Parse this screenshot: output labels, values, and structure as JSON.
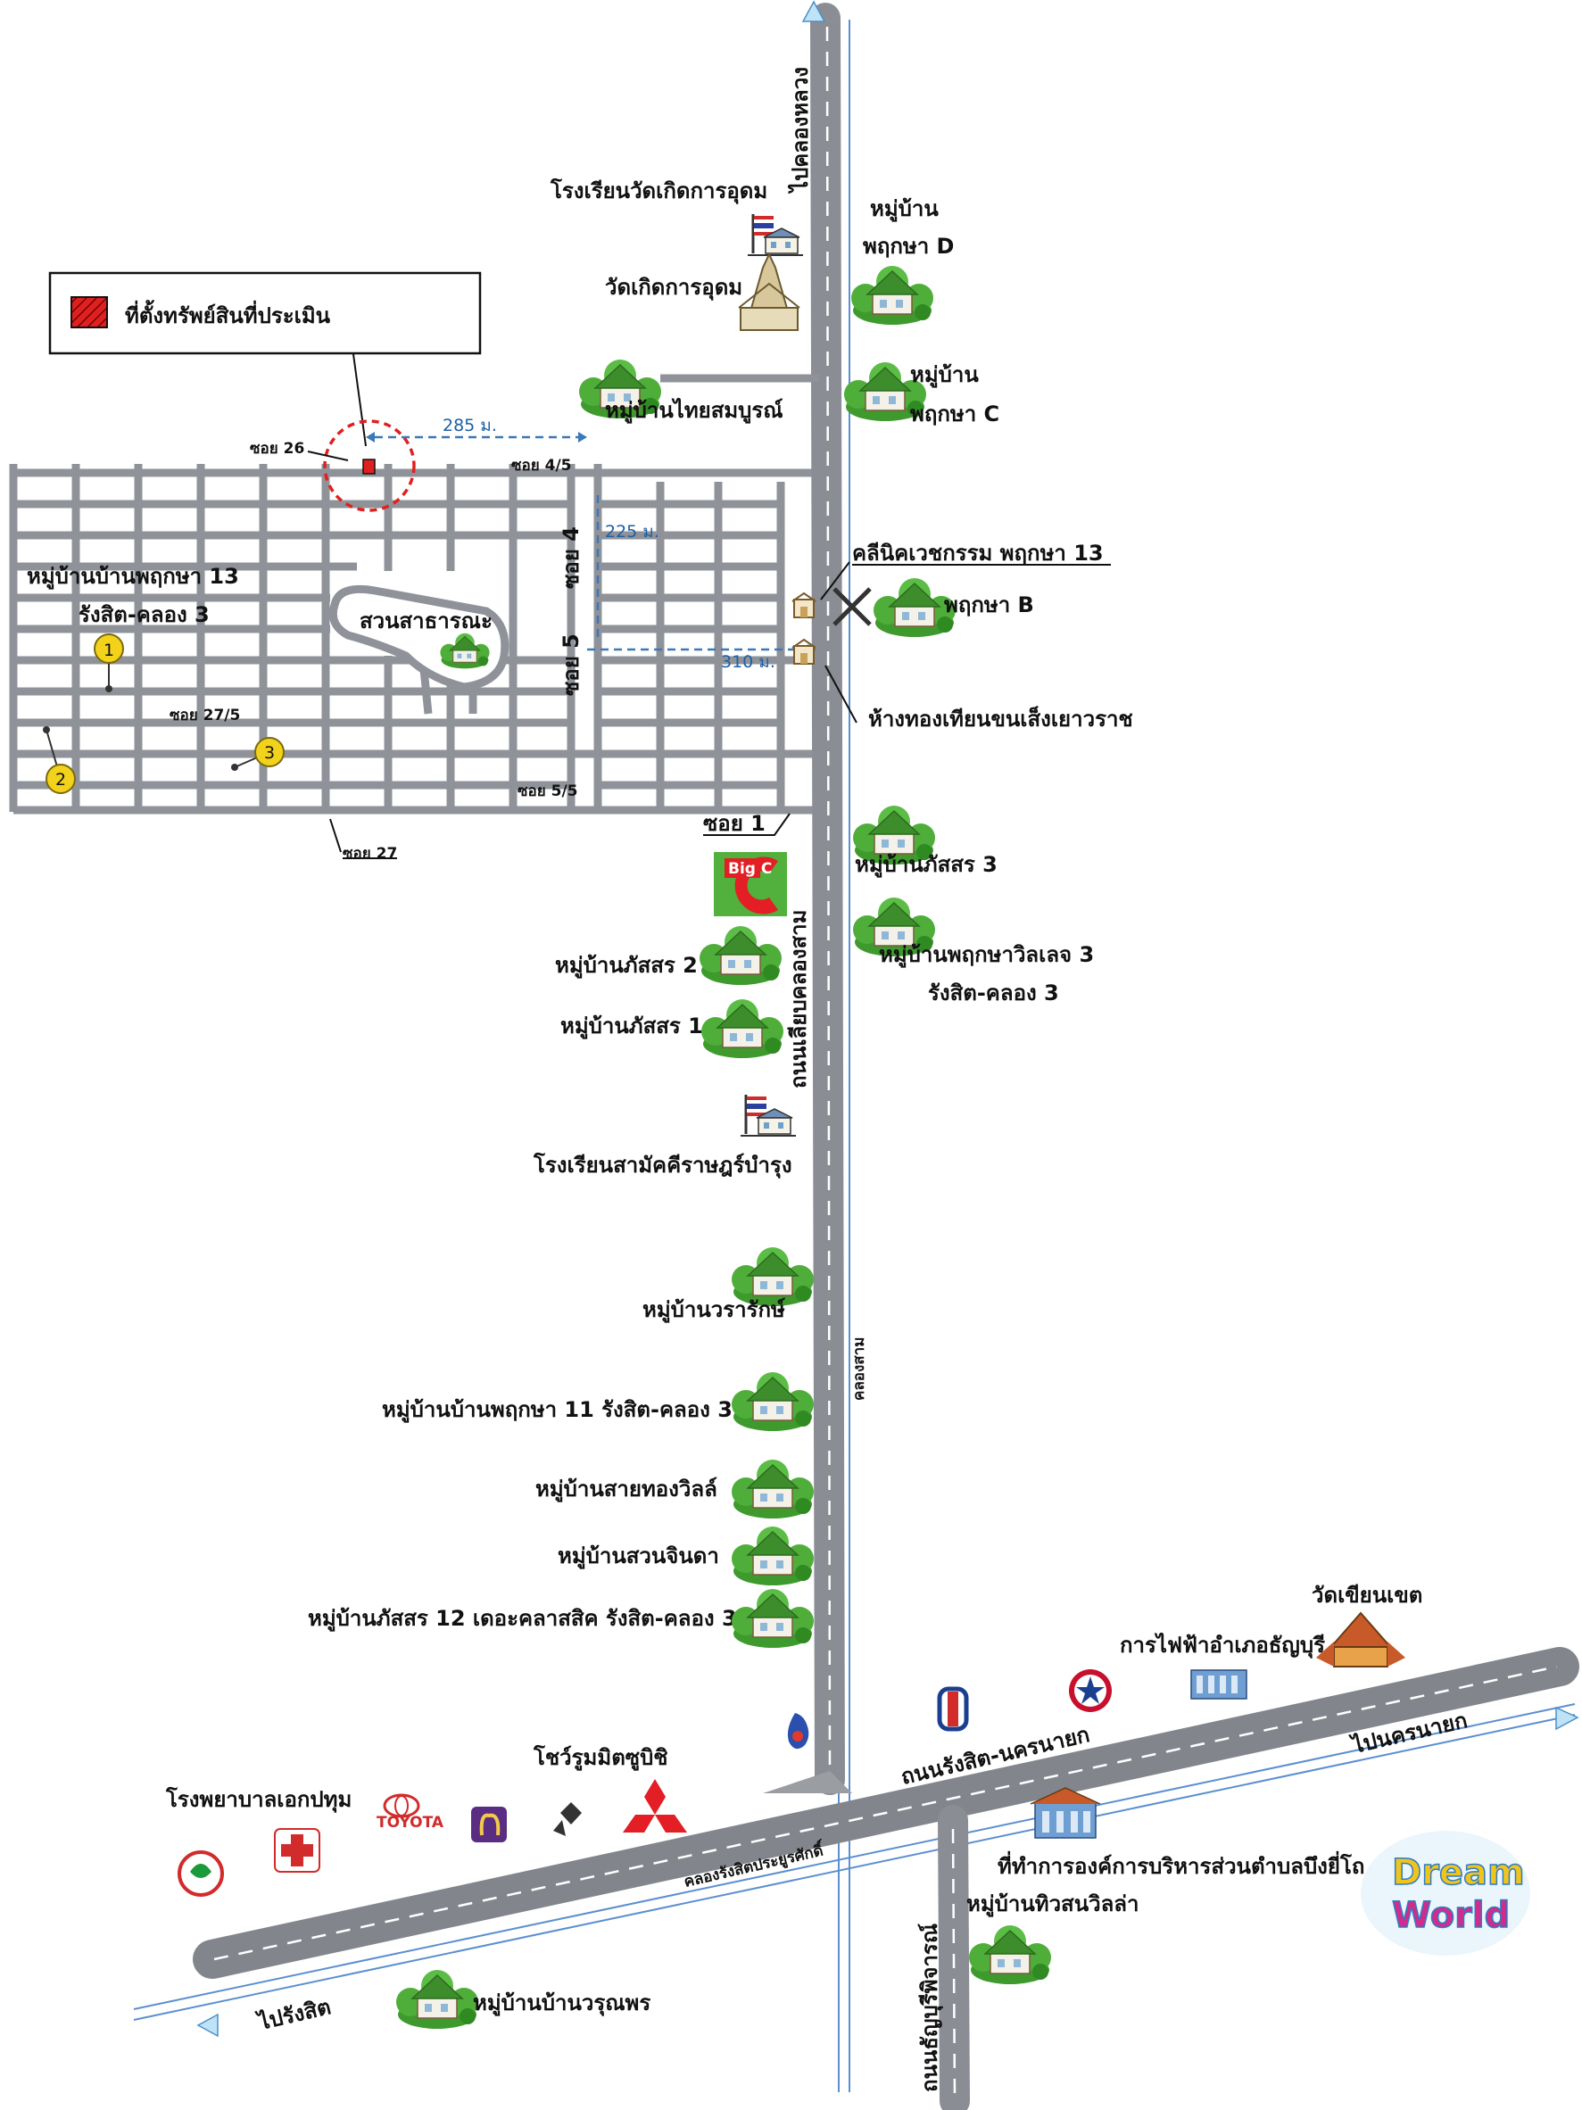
{
  "legend": {
    "label": "ที่ตั้งทรัพย์สินที่ประเมิน",
    "color": "#e02020"
  },
  "roads": {
    "main_ns": "ถนนเลียบคลองสาม",
    "rangsit": "ถนนรังสิต-นครนายก",
    "south": "ถนนธัญบุรีพิจารณ์",
    "to_north": "ไปคลองหลวง",
    "to_east": "ไปนครนายก",
    "to_west": "ไปรังสิต"
  },
  "canals": {
    "khlong_sam": "คลองสาม",
    "khlong_rangsit": "คลองรังสิตประยูรศักดิ์"
  },
  "sois": {
    "soi26": "ซอย 26",
    "soi4_5": "ซอย 4/5",
    "soi4": "ซอย 4",
    "soi5": "ซอย 5",
    "soi27_5": "ซอย 27/5",
    "soi5_5": "ซอย 5/5",
    "soi27": "ซอย 27",
    "soi1": "ซอย 1"
  },
  "distances": {
    "d285": "285 ม.",
    "d225": "225 ม.",
    "d310": "310 ม."
  },
  "markers": [
    "1",
    "2",
    "3"
  ],
  "places": {
    "school_wat": "โรงเรียนวัดเกิดการอุดม",
    "wat": "วัดเกิดการอุดม",
    "pruksa_d_1": "หมู่บ้าน",
    "pruksa_d_2": "พฤกษา D",
    "pruksa_c_1": "หมู่บ้าน",
    "pruksa_c_2": "พฤกษา C",
    "thai_somboon": "หมู่บ้านไทยสมบูรณ์",
    "pruksa13_1": "หมู่บ้านบ้านพฤกษา 13",
    "pruksa13_2": "รังสิต-คลอง 3",
    "park": "สวนสาธารณะ",
    "clinic": "คลีนิคเวชกรรม พฤกษา 13",
    "pruksa_b": "พฤกษา B",
    "gold_shop": "ห้างทองเทียนขนเส็งเยาวราช",
    "big_c": "Big C",
    "passorn3": "หมู่บ้านภัสสร 3",
    "pruksa_village3_1": "หมู่บ้านพฤกษาวิลเลจ 3",
    "pruksa_village3_2": "รังสิต-คลอง 3",
    "passorn2": "หมู่บ้านภัสสร 2",
    "passorn1": "หมู่บ้านภัสสร 1",
    "school_samakkhi": "โรงเรียนสามัคคีราษฎร์บำรุง",
    "wararak": "หมู่บ้านวรารักษ์",
    "pruksa11": "หมู่บ้านบ้านพฤกษา 11 รังสิต-คลอง 3",
    "saithong": "หมู่บ้านสายทองวิลล์",
    "suanjinda": "หมู่บ้านสวนจินดา",
    "passorn12": "หมู่บ้านภัสสร 12 เดอะคลาสสิค รังสิต-คลอง 3",
    "wat_khian": "วัดเขียนเขต",
    "pea": "การไฟฟ้าอำเภอธัญบุรี",
    "mitsubishi": "โชว์รูมมิตซูบิชิ",
    "hospital": "โรงพยาบาลเอกปทุม",
    "toyota": "TOYOTA",
    "sao": "ที่ทำการองค์การบริหารส่วนตำบลบึงยี่โถ",
    "tiwson": "หมู่บ้านทิวสนวิลล่า",
    "worunporn": "หมู่บ้านบ้านวรุณพร",
    "dreamworld_1": "Dream",
    "dreamworld_2": "World"
  },
  "colors": {
    "road": "#8a8d93",
    "canal": "#5b8fd0",
    "marker": "#f2d21b",
    "bigc_red": "#e31e24",
    "bigc_green": "#52b03c"
  }
}
